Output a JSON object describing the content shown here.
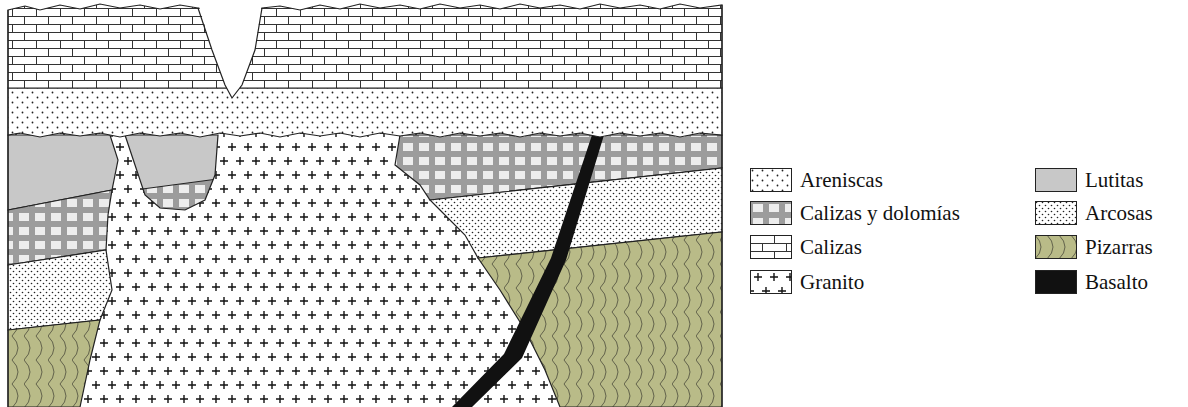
{
  "diagram": {
    "legend": [
      {
        "text": "Areniscas"
      },
      {
        "text": "Calizas y dolomías"
      },
      {
        "text": "Calizas"
      },
      {
        "text": "Granito"
      },
      {
        "text": "Lutitas",
        "color": "#c8c8c8"
      },
      {
        "text": "Arcosas"
      },
      {
        "text": "Pizarras"
      },
      {
        "text": "Basalto",
        "color": "#111111"
      }
    ]
  }
}
